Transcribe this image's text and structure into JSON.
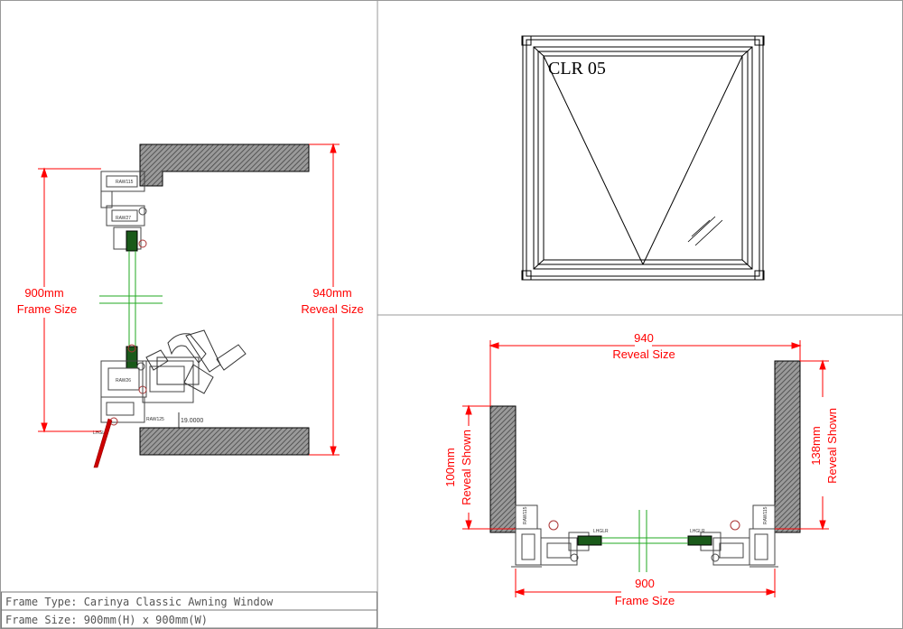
{
  "left_view": {
    "frame_dim_value": "900mm",
    "frame_dim_label": "Frame Size",
    "reveal_dim_value": "940mm",
    "reveal_dim_label": "Reveal Size",
    "offset_value": "19.0000",
    "profile_codes": [
      "RAW115",
      "RAW27",
      "RAW26",
      "RAW125",
      "LHGLR"
    ]
  },
  "elevation": {
    "tag": "CLR 05"
  },
  "plan_view": {
    "top_value": "940",
    "top_label": "Reveal Size",
    "bottom_value": "900",
    "bottom_label": "Frame Size",
    "left_value": "100mm",
    "left_label": "Reveal Shown",
    "right_value": "138mm",
    "right_label": "Reveal Shown",
    "profile_codes": [
      "LHGLR",
      "LHGLR"
    ]
  },
  "title_block": {
    "row1": "Frame Type: Carinya Classic Awning Window",
    "row2": "Frame Size: 900mm(H) x 900mm(W)"
  },
  "colors": {
    "dimension": "#ff0000",
    "glass": "#22aa22",
    "hatch": "#555555",
    "line": "#000000"
  }
}
